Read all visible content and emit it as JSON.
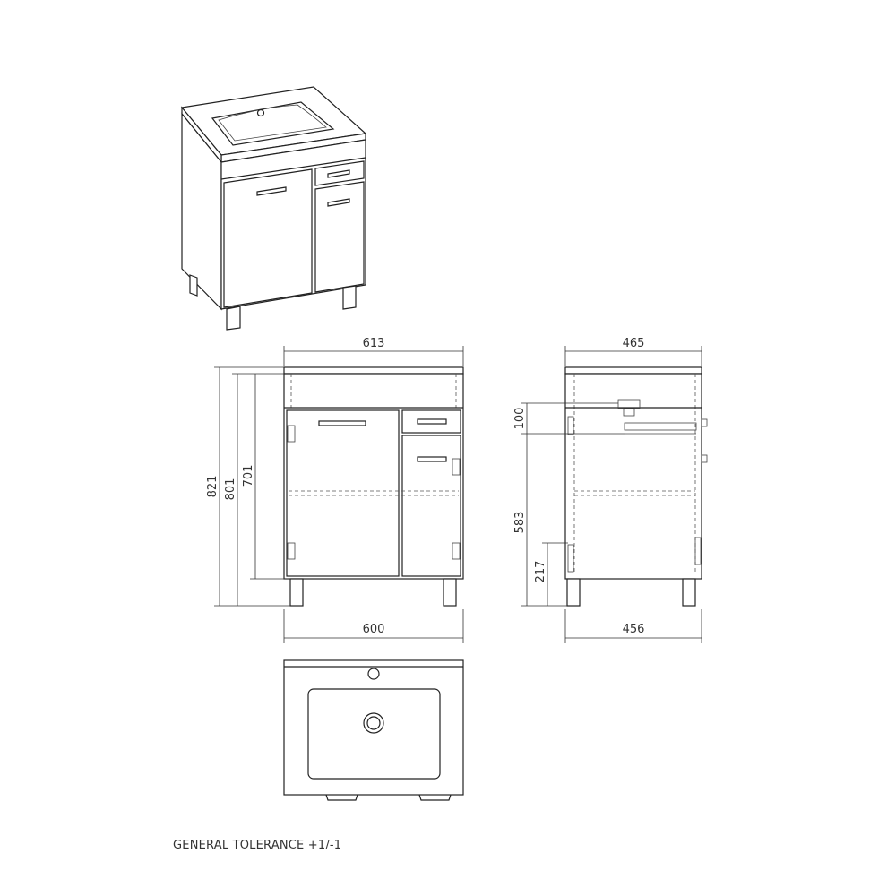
{
  "front_view": {
    "width_top": "613",
    "width_bottom": "600",
    "height_total": "821",
    "height_801": "801",
    "height_701": "701"
  },
  "side_view": {
    "depth_top": "465",
    "depth_bottom": "456",
    "height_100": "100",
    "height_583": "583",
    "height_217": "217"
  },
  "note": "GENERAL TOLERANCE +1/-1"
}
